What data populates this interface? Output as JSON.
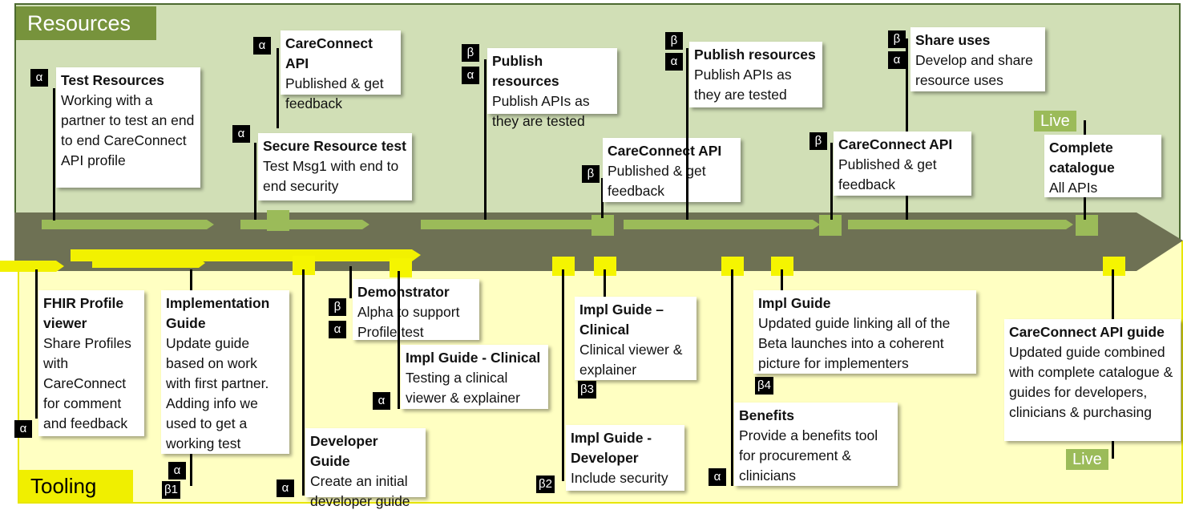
{
  "resources": {
    "label": "Resources",
    "cards": [
      {
        "id": "test-resources",
        "title": "Test Resources",
        "body": "Working with a partner to test an end to end CareConnect API profile",
        "tags": [
          "α"
        ]
      },
      {
        "id": "careconnect-api-alpha",
        "title": "CareConnect API",
        "body": "Published & get feedback",
        "tags": [
          "α"
        ]
      },
      {
        "id": "secure-resource-test",
        "title": "Secure Resource test",
        "body": "Test Msg1 with end to end security",
        "tags": [
          "α"
        ]
      },
      {
        "id": "publish-resources-1",
        "title": "Publish resources",
        "body": "Publish APIs as they are tested",
        "tags": [
          "β",
          "α"
        ]
      },
      {
        "id": "careconnect-api-beta-1",
        "title": "CareConnect API",
        "body": "Published & get feedback",
        "tags": [
          "β"
        ]
      },
      {
        "id": "publish-resources-2",
        "title": "Publish resources",
        "body": "Publish APIs as they are tested",
        "tags": [
          "β",
          "α"
        ]
      },
      {
        "id": "share-uses",
        "title": "Share uses",
        "body": "Develop and share resource uses",
        "tags": [
          "β",
          "α"
        ]
      },
      {
        "id": "careconnect-api-beta-2",
        "title": "CareConnect API",
        "body": "Published & get feedback",
        "tags": [
          "β"
        ]
      },
      {
        "id": "complete-catalogue",
        "title": "Complete catalogue",
        "body": "All APIs",
        "tags": [
          "Live"
        ]
      }
    ]
  },
  "tooling": {
    "label": "Tooling",
    "cards": [
      {
        "id": "fhir-profile-viewer",
        "title": "FHIR Profile viewer",
        "body": "Share Profiles with CareConnect for comment and feedback",
        "tags": [
          "α"
        ]
      },
      {
        "id": "implementation-guide",
        "title": "Implementation Guide",
        "body": "Update guide based on work with first partner. Adding info we used to get a working test",
        "tags": [
          "α",
          "β1"
        ]
      },
      {
        "id": "demonstrator",
        "title": "Demonstrator",
        "body": "Alpha to support Profile test",
        "tags": [
          "β",
          "α"
        ]
      },
      {
        "id": "impl-guide-clinical-alpha",
        "title": "Impl Guide - Clinical",
        "body": "Testing a clinical viewer & explainer",
        "tags": [
          "α"
        ]
      },
      {
        "id": "developer-guide",
        "title": "Developer Guide",
        "body": "Create an initial developer guide",
        "tags": [
          "α"
        ]
      },
      {
        "id": "impl-guide-clinical-beta",
        "title": "Impl Guide – Clinical",
        "body": "Clinical viewer & explainer",
        "tags": [
          "β3"
        ]
      },
      {
        "id": "impl-guide-developer",
        "title": "Impl Guide - Developer",
        "body": "Include security",
        "tags": [
          "β2"
        ]
      },
      {
        "id": "impl-guide-beta4",
        "title": "Impl Guide",
        "body": "Updated guide linking all of the Beta launches into a coherent picture for implementers",
        "tags": [
          "β4"
        ]
      },
      {
        "id": "benefits",
        "title": "Benefits",
        "body": "Provide a benefits tool for procurement & clinicians",
        "tags": [
          "α"
        ]
      },
      {
        "id": "careconnect-api-guide",
        "title": "CareConnect API guide",
        "body": "Updated guide combined with complete catalogue & guides for developers, clinicians & purchasing",
        "tags": [
          "Live"
        ]
      }
    ]
  },
  "colors": {
    "resources_bg": "#d1dfb6",
    "resources_label": "#77933c",
    "tooling_bg": "#ffffc2",
    "tooling_label": "#f0ef00",
    "arrow": "#6e7154",
    "milestone_green": "#9bbb59",
    "milestone_yellow": "#f5f500"
  }
}
